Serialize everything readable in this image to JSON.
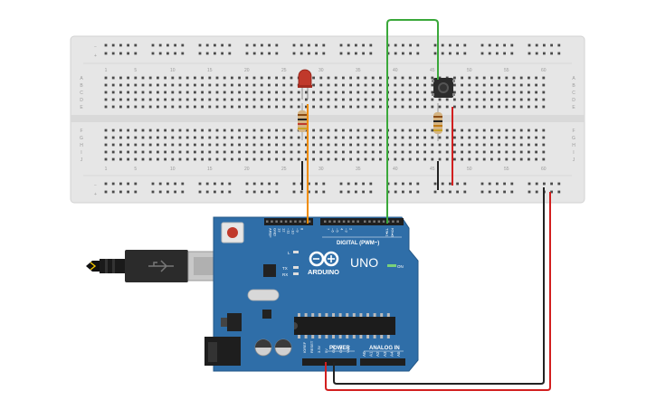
{
  "breadboard": {
    "column_numbers": [
      "1",
      "5",
      "10",
      "15",
      "20",
      "25",
      "30",
      "35",
      "40",
      "45",
      "50",
      "55",
      "60"
    ],
    "row_letters_top": [
      "A",
      "B",
      "C",
      "D",
      "E"
    ],
    "row_letters_bottom": [
      "F",
      "G",
      "H",
      "I",
      "J"
    ],
    "rail_minus": "−",
    "rail_plus": "+"
  },
  "arduino": {
    "brand": "ARDUINO",
    "model": "UNO",
    "on_label": "ON",
    "digital_label": "DIGITAL (PWM~)",
    "power_label": "POWER",
    "analog_label": "ANALOG IN",
    "led_l": "L",
    "led_tx": "TX",
    "led_rx": "RX",
    "digital_pins": [
      "AREF",
      "GND",
      "13",
      "12",
      "~11",
      "~10",
      "~9",
      "8",
      "7",
      "~6",
      "~5",
      "4",
      "~3",
      "2",
      "TX▸1",
      "RX◂0"
    ],
    "power_pins": [
      "IOREF",
      "RESET",
      "3.3V",
      "5V",
      "GND",
      "GND",
      "Vin"
    ],
    "analog_pins": [
      "A0",
      "A1",
      "A2",
      "A3",
      "A4",
      "A5"
    ]
  },
  "colors": {
    "breadboard": "#e6e6e6",
    "hole": "#4a4a4a",
    "board": "#2f6ea8",
    "wire_orange": "#f08c00",
    "wire_green": "#3aa83a",
    "wire_red": "#d21f1f",
    "wire_black": "#222222",
    "led": "#c0392b"
  }
}
